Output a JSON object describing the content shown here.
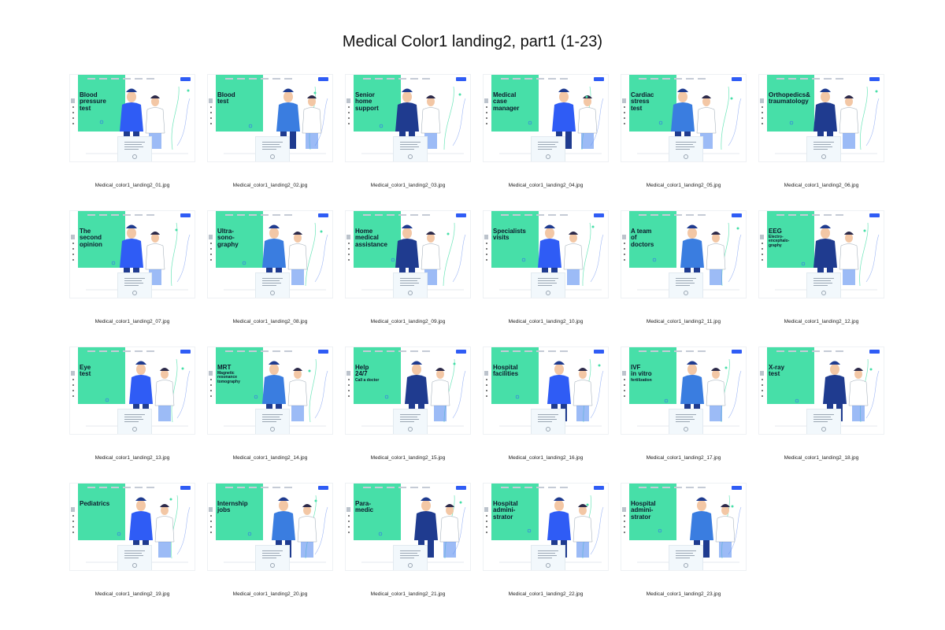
{
  "sheet_title": "Medical Color1 landing2, part1 (1-23)",
  "colors": {
    "accent_green": "#47dfa8",
    "accent_blue": "#2f5cf5",
    "navy": "#1f3b8f",
    "skin": "#f3c7a5"
  },
  "items": [
    {
      "headline": "Blood\npressure\ntest",
      "sub": "",
      "file": "Medical_color1_landing2_01.jpg"
    },
    {
      "headline": "Blood\ntest",
      "sub": "",
      "file": "Medical_color1_landing2_02.jpg"
    },
    {
      "headline": "Senior\nhome\nsupport",
      "sub": "",
      "file": "Medical_color1_landing2_03.jpg"
    },
    {
      "headline": "Medical\ncase\nmanager",
      "sub": "",
      "file": "Medical_color1_landing2_04.jpg"
    },
    {
      "headline": "Cardiac\nstress\ntest",
      "sub": "",
      "file": "Medical_color1_landing2_05.jpg"
    },
    {
      "headline": "Orthopedics&\ntraumatology",
      "sub": "",
      "file": "Medical_color1_landing2_06.jpg"
    },
    {
      "headline": "The\nsecond\nopinion",
      "sub": "",
      "file": "Medical_color1_landing2_07.jpg"
    },
    {
      "headline": "Ultra-\nsono-\ngraphy",
      "sub": "",
      "file": "Medical_color1_landing2_08.jpg"
    },
    {
      "headline": "Home\nmedical\nassistance",
      "sub": "",
      "file": "Medical_color1_landing2_09.jpg"
    },
    {
      "headline": "Specialists\nvisits",
      "sub": "",
      "file": "Medical_color1_landing2_10.jpg"
    },
    {
      "headline": "A team\nof\ndoctors",
      "sub": "",
      "file": "Medical_color1_landing2_11.jpg"
    },
    {
      "headline": "EEG",
      "sub": "Electro-\nencephalo-\ngraphy",
      "file": "Medical_color1_landing2_12.jpg"
    },
    {
      "headline": "Eye\ntest",
      "sub": "",
      "file": "Medical_color1_landing2_13.jpg"
    },
    {
      "headline": "MRT",
      "sub": "Magnetic\nresonance\ntomography",
      "file": "Medical_color1_landing2_14.jpg"
    },
    {
      "headline": "Help\n24/7",
      "sub": "Call a doctor",
      "file": "Medical_color1_landing2_15.jpg"
    },
    {
      "headline": "Hospital\nfacilities",
      "sub": "",
      "file": "Medical_color1_landing2_16.jpg"
    },
    {
      "headline": "IVF\nin vitro",
      "sub": "fertilization",
      "file": "Medical_color1_landing2_17.jpg"
    },
    {
      "headline": "X-ray\ntest",
      "sub": "",
      "file": "Medical_color1_landing2_18.jpg"
    },
    {
      "headline": "Pediatrics",
      "sub": "",
      "file": "Medical_color1_landing2_19.jpg"
    },
    {
      "headline": "Internship\njobs",
      "sub": "",
      "file": "Medical_color1_landing2_20.jpg"
    },
    {
      "headline": "Para-\nmedic",
      "sub": "",
      "file": "Medical_color1_landing2_21.jpg"
    },
    {
      "headline": "Hospital\nadmini-\nstrator",
      "sub": "",
      "file": "Medical_color1_landing2_22.jpg"
    },
    {
      "headline": "Hospital\nadmini-\nstrator",
      "sub": "",
      "file": "Medical_color1_landing2_23.jpg"
    }
  ]
}
